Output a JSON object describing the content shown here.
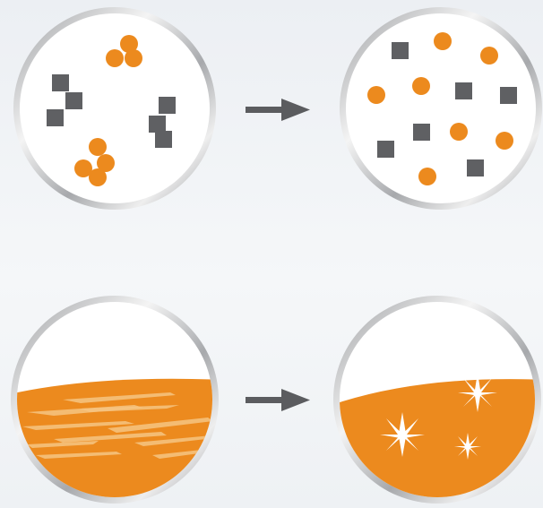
{
  "colors": {
    "particle_orange": "#ec8a1e",
    "particle_gray": "#5f6063",
    "arrow": "#5b5c5f",
    "rim_light": "#f2f2f2",
    "rim_dark": "#9fa1a4",
    "liquid": "#ec8a1e",
    "streak": "#f6c483",
    "sparkle": "#ffffff"
  },
  "panels": [
    {
      "id": "top-left",
      "label": "",
      "content": "clustered-particles"
    },
    {
      "id": "top-right",
      "label": "",
      "content": "dispersed-particles"
    },
    {
      "id": "bottom-left",
      "label": "",
      "content": "streaky-liquid"
    },
    {
      "id": "bottom-right",
      "label": "",
      "content": "sparkling-liquid"
    }
  ],
  "arrows": [
    {
      "from": "top-left",
      "to": "top-right",
      "icon": "right-arrow-icon"
    },
    {
      "from": "bottom-left",
      "to": "bottom-right",
      "icon": "right-arrow-icon"
    }
  ]
}
